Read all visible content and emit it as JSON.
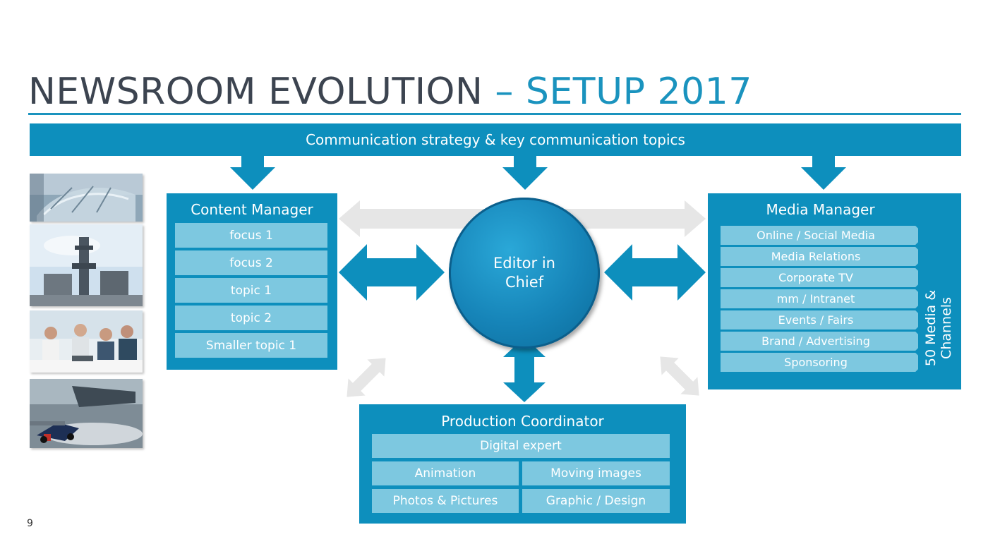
{
  "title": {
    "main": "NEWSROOM EVOLUTION",
    "accent": "– SETUP 2017"
  },
  "banner": "Communication strategy & key communication topics",
  "content_manager": {
    "title": "Content Manager",
    "items": [
      "focus 1",
      "focus 2",
      "topic 1",
      "topic 2",
      "Smaller topic 1"
    ]
  },
  "editor": {
    "line1": "Editor in",
    "line2": "Chief"
  },
  "media_manager": {
    "title": "Media Manager",
    "items": [
      "Online / Social Media",
      "Media Relations",
      "Corporate TV",
      "mm / Intranet",
      "Events / Fairs",
      "Brand / Advertising",
      "Sponsoring"
    ],
    "side_label": "50 Media & Channels"
  },
  "production_coordinator": {
    "title": "Production Coordinator",
    "items": [
      "Digital expert",
      "Animation",
      "Moving images",
      "Photos & Pictures",
      "Graphic / Design"
    ]
  },
  "page_number": "9",
  "colors": {
    "accent_blue": "#1a93be",
    "panel_blue": "#0d8fbd",
    "bar_light": "#7dc8e0",
    "title_gray": "#3c4450",
    "arrow_gray": "#e6e6e6"
  }
}
